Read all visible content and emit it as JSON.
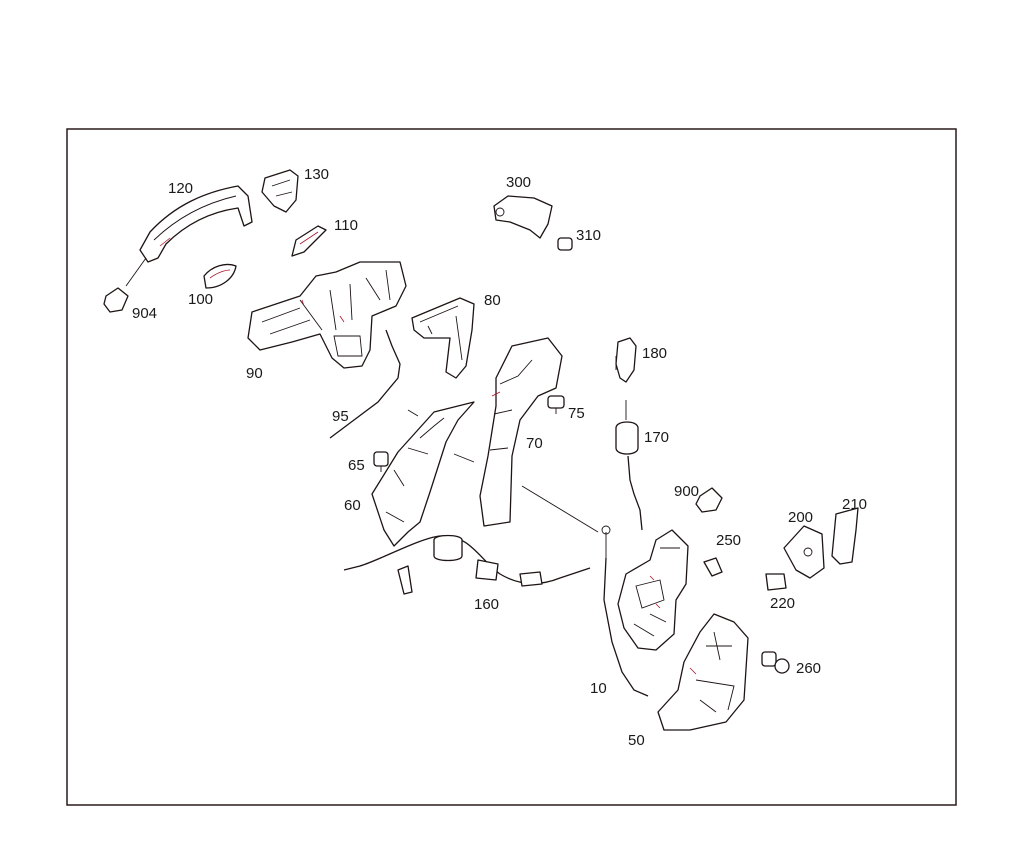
{
  "labels": {
    "p10": "10",
    "p50": "50",
    "p60": "60",
    "p65": "65",
    "p70": "70",
    "p75": "75",
    "p80": "80",
    "p90": "90",
    "p95": "95",
    "p100": "100",
    "p110": "110",
    "p120": "120",
    "p130": "130",
    "p160": "160",
    "p170": "170",
    "p180": "180",
    "p200": "200",
    "p210": "210",
    "p220": "220",
    "p250": "250",
    "p260": "260",
    "p300": "300",
    "p310": "310",
    "p900": "900",
    "p904": "904"
  },
  "colors": {
    "line": "#1e1414",
    "accent": "#b0132a",
    "frame": "#2a1a1a"
  }
}
